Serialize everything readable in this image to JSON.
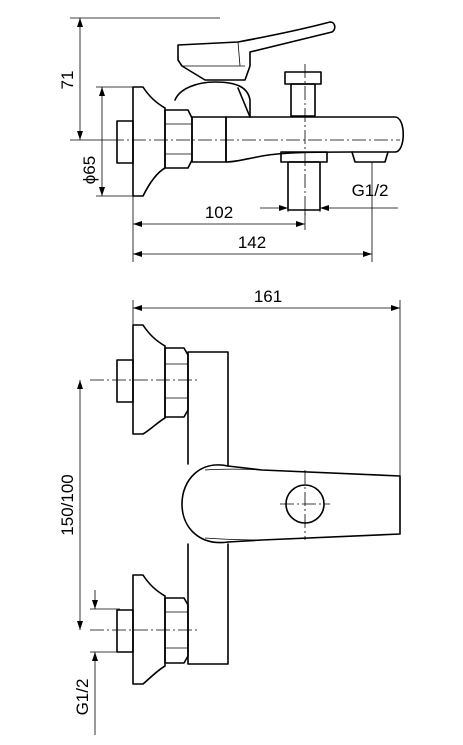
{
  "dimensions": {
    "height_lever": "71",
    "flange_diameter": "ϕ65",
    "spout_offset": "102",
    "total_depth": "142",
    "thread_top": "G1/2",
    "total_width": "161",
    "center_distance": "150/100",
    "thread_bottom": "G1/2"
  }
}
